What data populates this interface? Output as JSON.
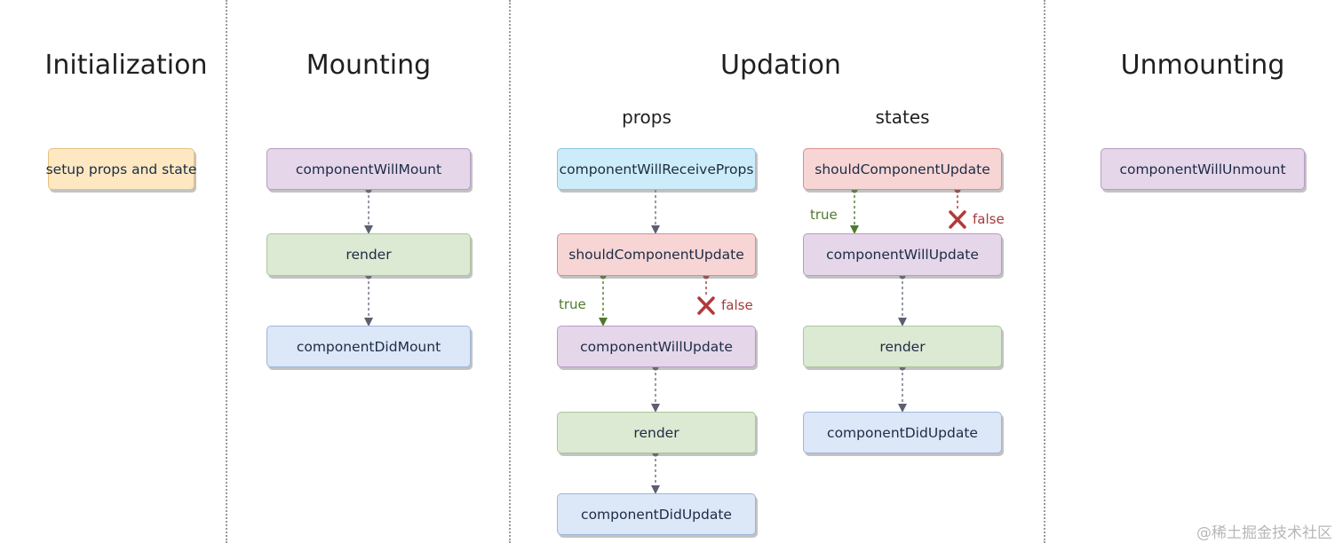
{
  "sections": {
    "initialization": {
      "title": "Initialization",
      "setup": "setup props and state"
    },
    "mounting": {
      "title": "Mounting",
      "will_mount": "componentWillMount",
      "render": "render",
      "did_mount": "componentDidMount"
    },
    "updation": {
      "title": "Updation",
      "props": {
        "title": "props",
        "will_receive_props": "componentWillReceiveProps",
        "should_update": "shouldComponentUpdate",
        "will_update": "componentWillUpdate",
        "render": "render",
        "did_update": "componentDidUpdate",
        "true_label": "true",
        "false_label": "false"
      },
      "states": {
        "title": "states",
        "should_update": "shouldComponentUpdate",
        "will_update": "componentWillUpdate",
        "render": "render",
        "did_update": "componentDidUpdate",
        "true_label": "true",
        "false_label": "false"
      }
    },
    "unmounting": {
      "title": "Unmounting",
      "will_unmount": "componentWillUnmount"
    }
  },
  "watermark": "@稀土掘金技术社区",
  "colors": {
    "yellow": "#fde8c2",
    "purple": "#e5d6ea",
    "green": "#dce9d3",
    "blue": "#dce7f7",
    "cyan": "#ccecf9",
    "red": "#f7d5d5",
    "true_green": "#4d7a2e",
    "false_red": "#a43a3a"
  },
  "icons": {
    "reject": "x-mark-icon"
  }
}
